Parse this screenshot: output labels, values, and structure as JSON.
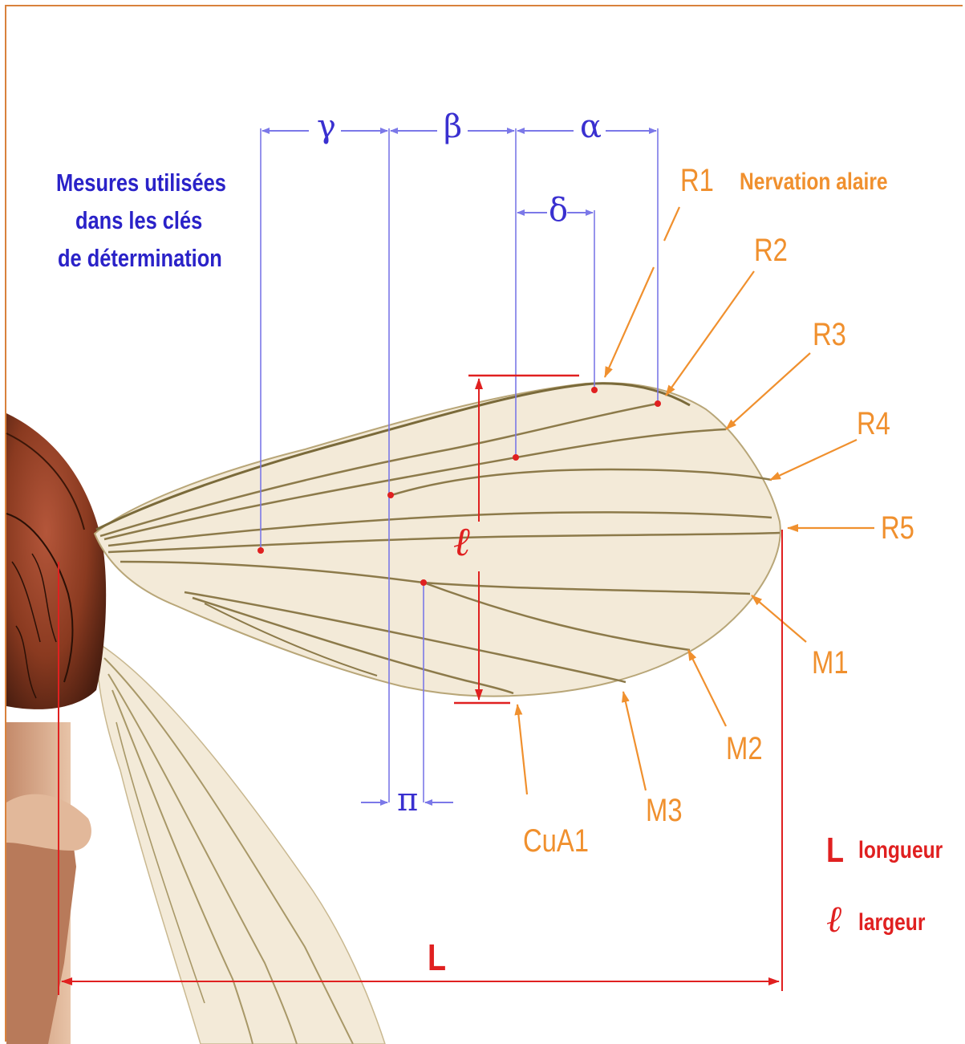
{
  "caption": {
    "line1": "Mesures utilisées",
    "line2": "dans les clés",
    "line3": "de détermination"
  },
  "header_label": "Nervation alaire",
  "measures": {
    "alpha": "α",
    "beta": "β",
    "gamma": "γ",
    "delta": "δ",
    "pi": "π"
  },
  "veins": {
    "r1": "R1",
    "r2": "R2",
    "r3": "R3",
    "r4": "R4",
    "r5": "R5",
    "m1": "M1",
    "m2": "M2",
    "m3": "M3",
    "cua1": "CuA1"
  },
  "length_symbol": "L",
  "width_symbol": "ℓ",
  "legend": {
    "length_symbol": "L",
    "length_word": "longueur",
    "width_symbol": "ℓ",
    "width_word": "largeur"
  },
  "colors": {
    "frame": "#d9823c",
    "measure_lines": "#7b78e8",
    "vein_labels": "#f0902e",
    "dimension": "#e02020",
    "caption": "#2a22c8",
    "wing_membrane": "#f3ead8",
    "wing_vein": "#8c7a4a",
    "head": "#8a3a20"
  }
}
